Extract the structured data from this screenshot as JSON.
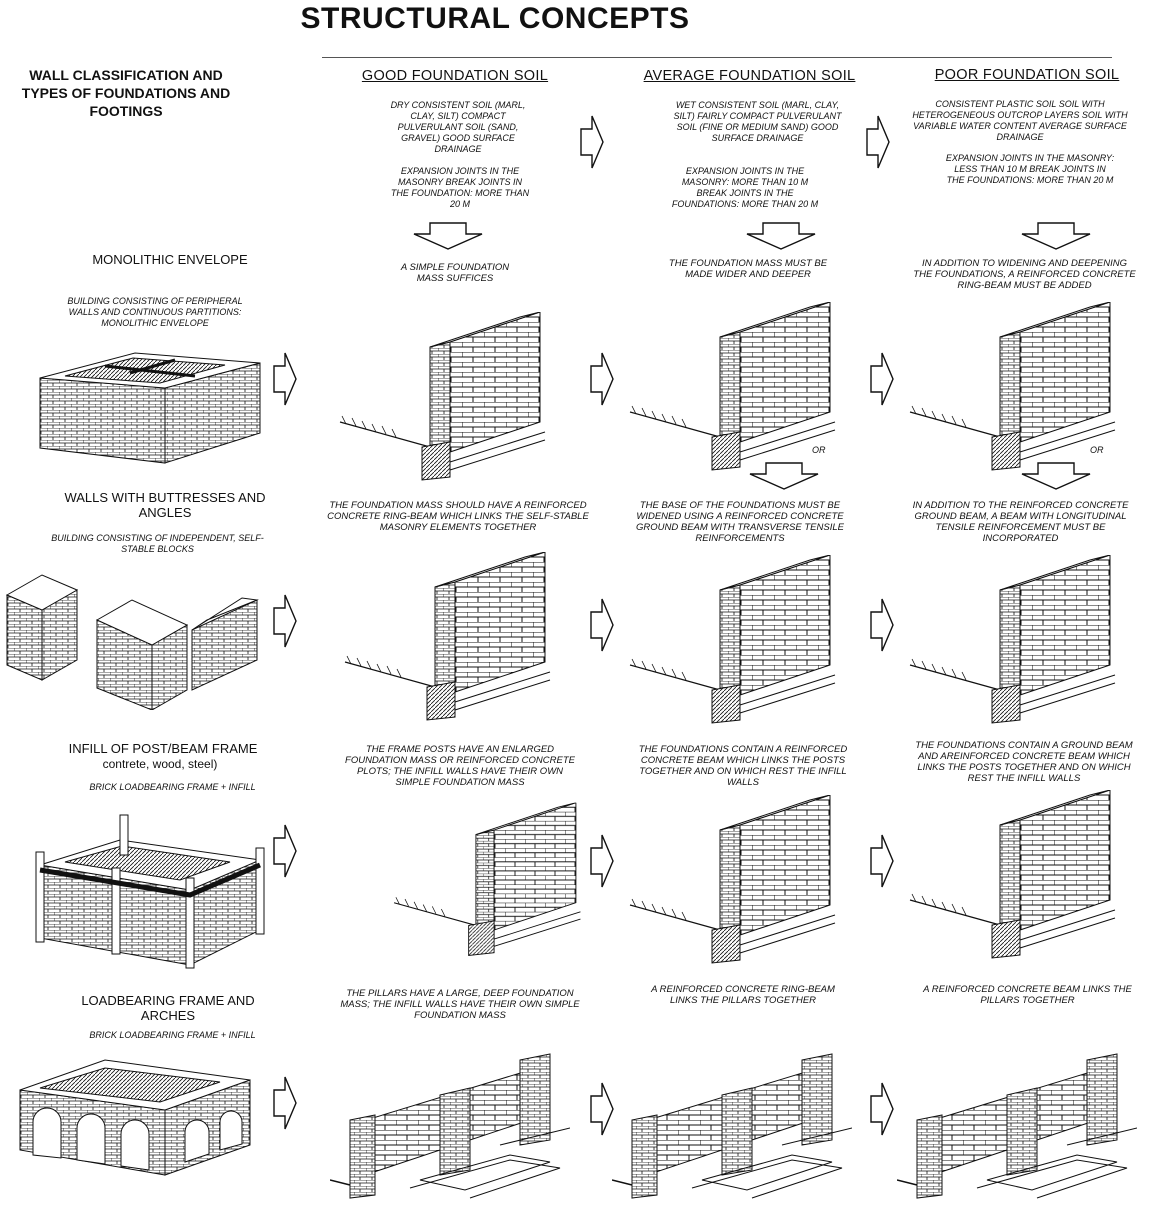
{
  "title": "STRUCTURAL CONCEPTS",
  "left_header": "WALL CLASSIFICATION AND TYPES OF FOUNDATIONS AND FOOTINGS",
  "columns": [
    {
      "heading": "GOOD FOUNDATION SOIL",
      "soil": "DRY CONSISTENT SOIL (MARL, CLAY, SILT) COMPACT PULVERULANT SOIL (SAND, GRAVEL) GOOD SURFACE DRAINAGE",
      "joints": "EXPANSION JOINTS IN THE MASONRY BREAK JOINTS IN THE FOUNDATION: more than 20 m"
    },
    {
      "heading": "AVERAGE FOUNDATION SOIL",
      "soil": "WET CONSISTENT SOIL (MARL, CLAY, SILT) FAIRLY COMPACT PULVERULANT SOIL (FINE OR MEDIUM SAND) GOOD SURFACE DRAINAGE",
      "joints": "EXPANSION JOINTS IN THE MASONRY: more than 10 m BREAK JOINTS IN THE FOUNDATIONS: more than 20 m"
    },
    {
      "heading": "POOR FOUNDATION SOIL",
      "soil": "CONSISTENT PLASTIC SOIL SOIL WITH HETEROGENEOUS OUTCROP LAYERS SOIL WITH VARIABLE WATER CONTENT AVERAGE SURFACE DRAINAGE",
      "joints": "EXPANSION JOINTS IN THE MASONRY: less than 10 m BREAK JOINTS IN THE FOUNDATIONS: more than 20 m"
    }
  ],
  "rows": [
    {
      "title": "MONOLITHIC ENVELOPE",
      "description": "BUILDING CONSISTING OF PERIPHERAL WALLS AND CONTINUOUS PARTITIONS: MONOLITHIC ENVELOPE",
      "notes": [
        "A SIMPLE FOUNDATION MASS SUFFICES",
        "THE FOUNDATION MASS MUST BE MADE WIDER AND DEEPER",
        "IN ADDITION TO WIDENING AND DEEPENING THE FOUNDATIONS, A REINFORCED CONCRETE RING-BEAM MUST BE ADDED"
      ]
    },
    {
      "title": "WALLS WITH BUTTRESSES AND ANGLES",
      "description": "BUILDING CONSISTING OF INDEPENDENT, SELF-STABLE BLOCKS",
      "notes": [
        "THE FOUNDATION MASS SHOULD HAVE A REINFORCED CONCRETE RING-BEAM WHICH LINKS THE SELF-STABLE MASONRY ELEMENTS TOGETHER",
        "THE BASE OF THE FOUNDATIONS MUST BE WIDENED USING A REINFORCED CONCRETE GROUND BEAM WITH TRANSVERSE TENSILE REINFORCEMENTS",
        "IN ADDITION TO THE REINFORCED CONCRETE GROUND BEAM, A BEAM WITH LONGITUDINAL TENSILE REINFORCEMENT MUST BE INCORPORATED"
      ]
    },
    {
      "title": "INFILL OF POST/BEAM FRAME",
      "subtitle": "contrete, wood, steel)",
      "description": "BRICK LOADBEARING FRAME + INFILL",
      "notes": [
        "THE FRAME POSTS HAVE AN ENLARGED FOUNDATION MASS OR REINFORCED CONCRETE PLOTS; THE INFILL WALLS HAVE THEIR OWN SIMPLE FOUNDATION MASS",
        "THE FOUNDATIONS CONTAIN A REINFORCED CONCRETE BEAM WHICH LINKS THE POSTS TOGETHER AND ON WHICH REST THE INFILL WALLS",
        "THE FOUNDATIONS CONTAIN A GROUND BEAM AND AREINFORCED CONCRETE BEAM WHICH LINKS THE POSTS TOGETHER AND ON WHICH REST THE INFILL WALLS"
      ]
    },
    {
      "title": "LOADBEARING FRAME AND ARCHES",
      "description": "BRICK LOADBEARING FRAME + INFILL",
      "notes": [
        "THE PILLARS HAVE A LARGE, DEEP FOUNDATION MASS; THE INFILL WALLS HAVE THEIR OWN SIMPLE FOUNDATION MASS",
        "A REINFORCED CONCRETE RING-BEAM LINKS THE PILLARS TOGETHER",
        "A REINFORCED CONCRETE BEAM LINKS THE PILLARS TOGETHER"
      ]
    }
  ],
  "or_label": "OR"
}
